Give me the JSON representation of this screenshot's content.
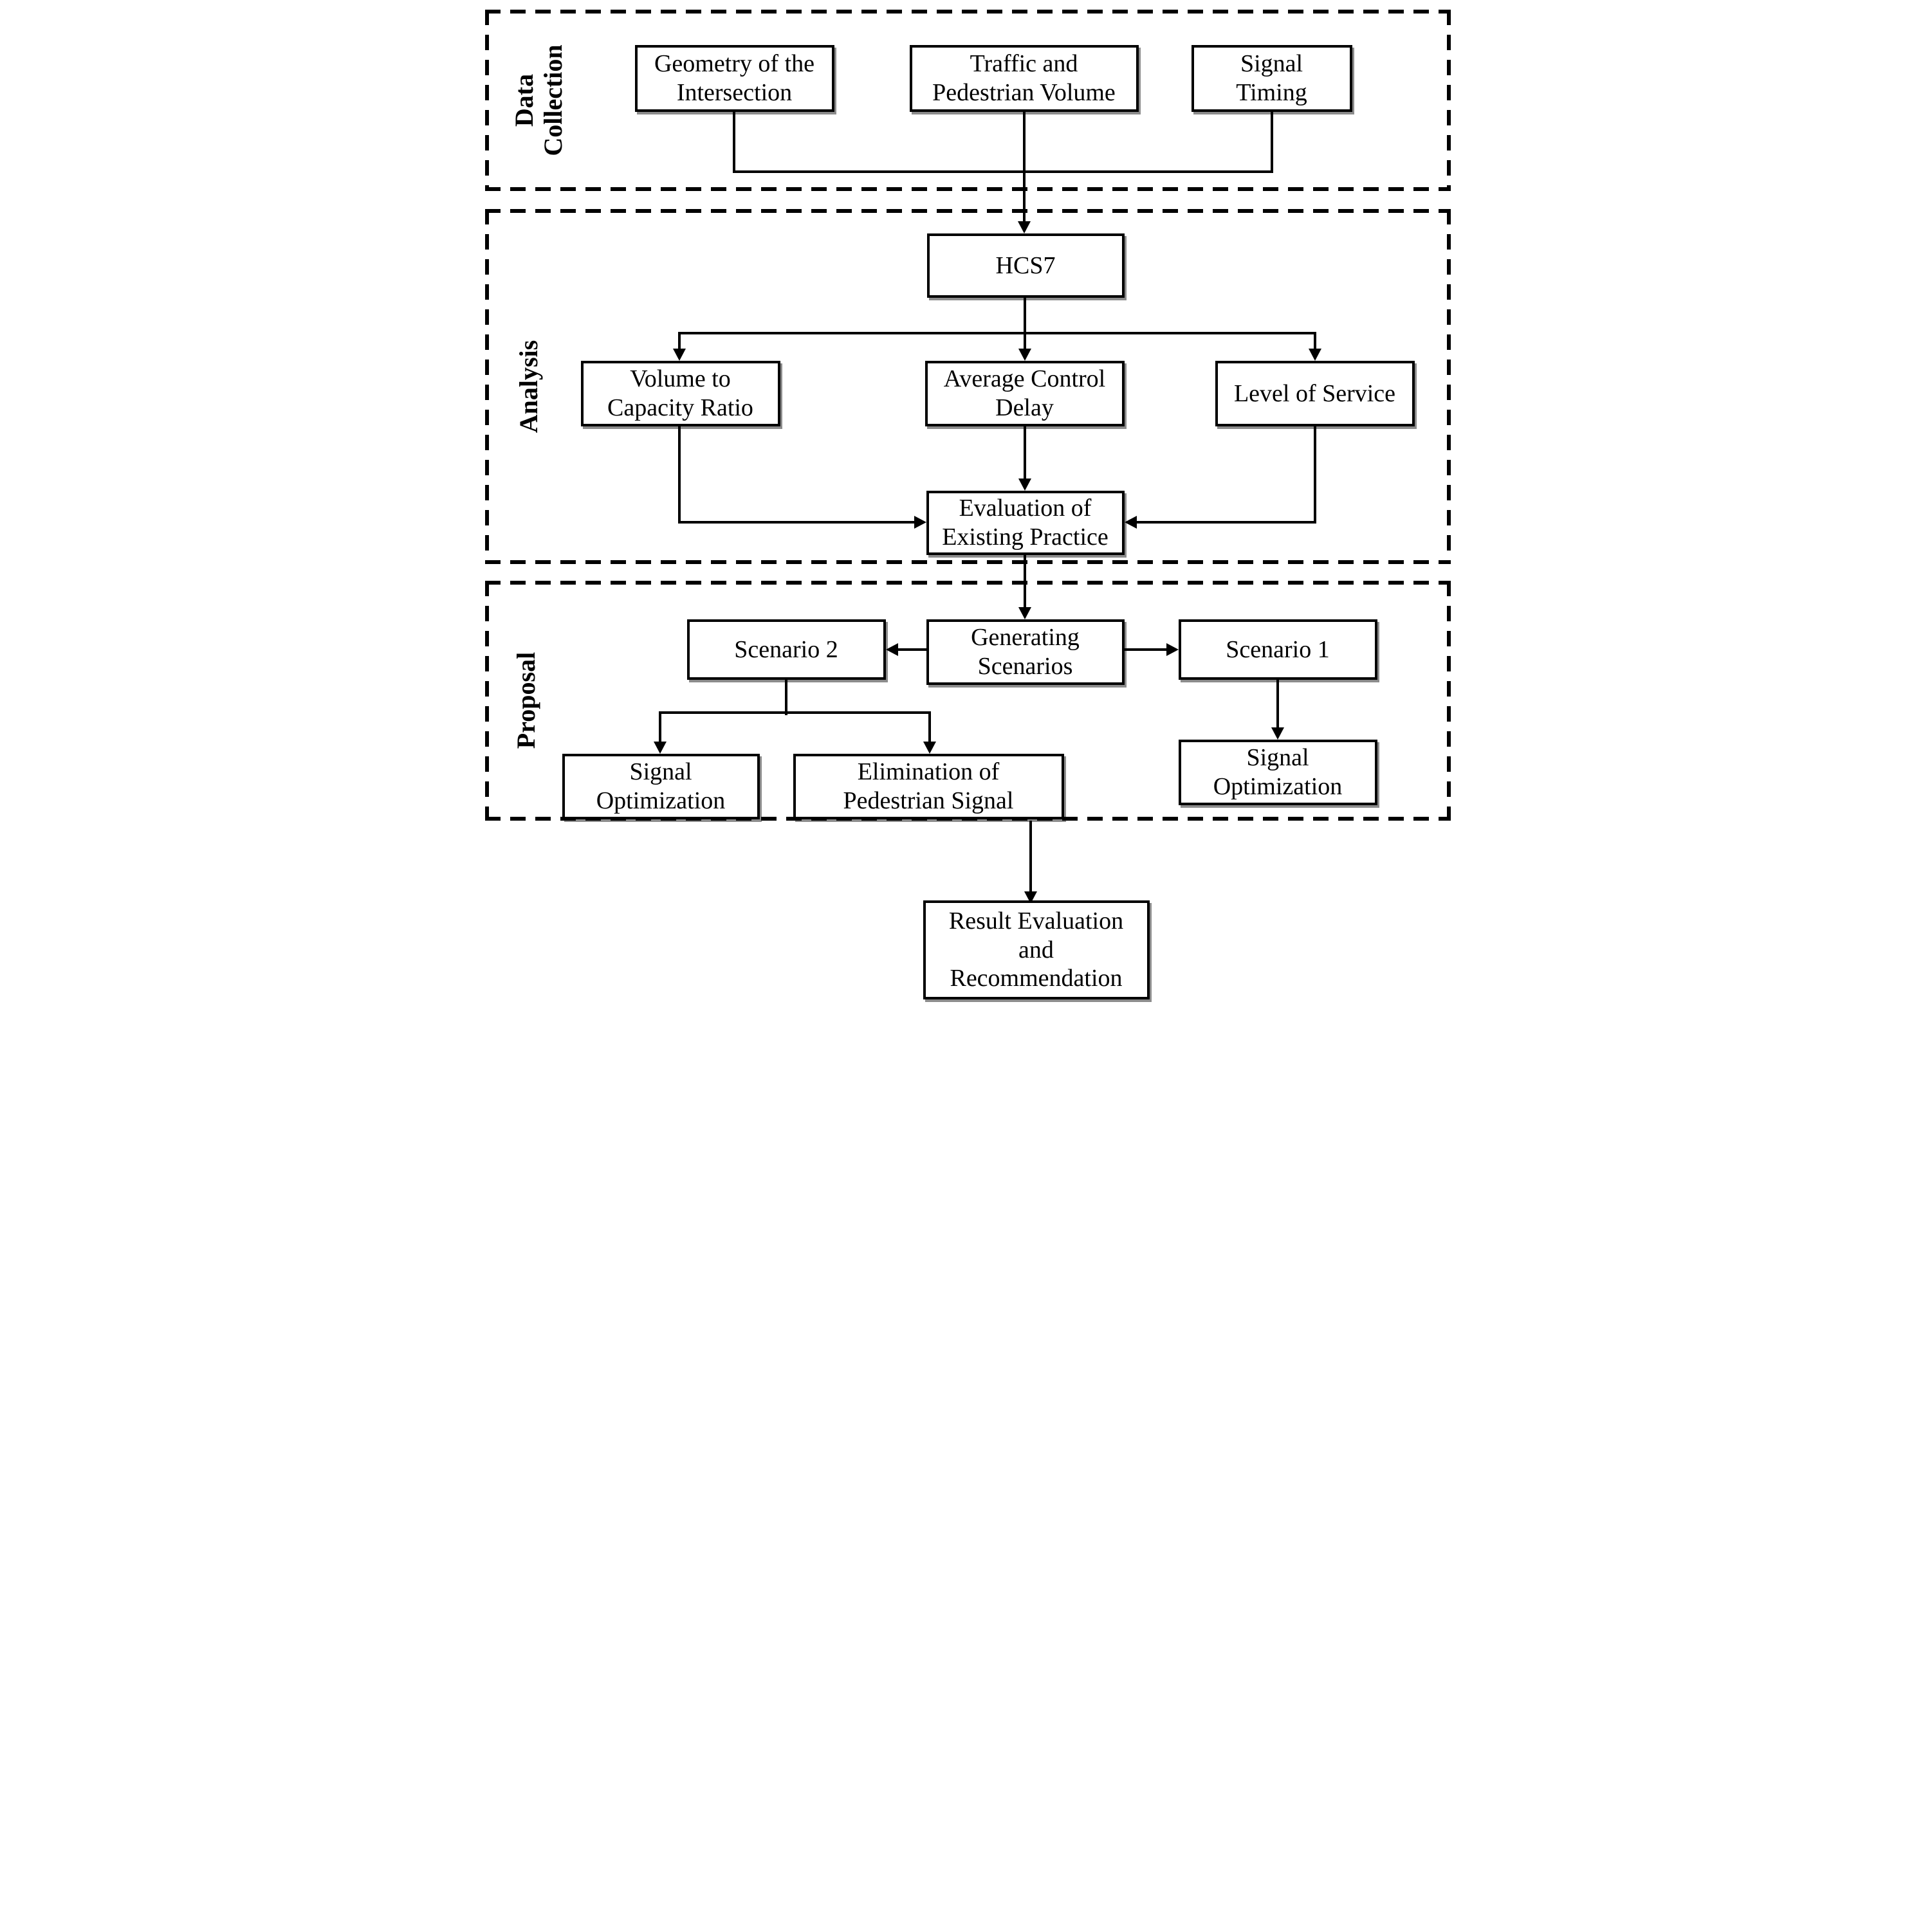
{
  "figure": {
    "type": "flowchart",
    "background": "#ffffff",
    "line_color": "#000000"
  },
  "sections": {
    "data_collection": {
      "label": "Data\nCollection"
    },
    "analysis": {
      "label": "Analysis"
    },
    "proposal": {
      "label": "Proposal"
    }
  },
  "nodes": {
    "geometry": {
      "label": "Geometry of the\nIntersection"
    },
    "traffic": {
      "label": "Traffic and\nPedestrian Volume"
    },
    "signal_timing": {
      "label": "Signal\nTiming"
    },
    "hcs7": {
      "label": "HCS7"
    },
    "volume_capacity": {
      "label": "Volume to\nCapacity Ratio"
    },
    "avg_control_delay": {
      "label": "Average Control\nDelay"
    },
    "level_of_service": {
      "label": "Level of Service"
    },
    "evaluation": {
      "label": "Evaluation of\nExisting Practice"
    },
    "generating": {
      "label": "Generating\nScenarios"
    },
    "scenario2": {
      "label": "Scenario 2"
    },
    "scenario1": {
      "label": "Scenario 1"
    },
    "signal_opt_s2": {
      "label": "Signal\nOptimization"
    },
    "elimination": {
      "label": "Elimination of\nPedestrian Signal"
    },
    "signal_opt_s1": {
      "label": "Signal\nOptimization"
    },
    "result": {
      "label": "Result Evaluation\nand\nRecommendation"
    }
  }
}
